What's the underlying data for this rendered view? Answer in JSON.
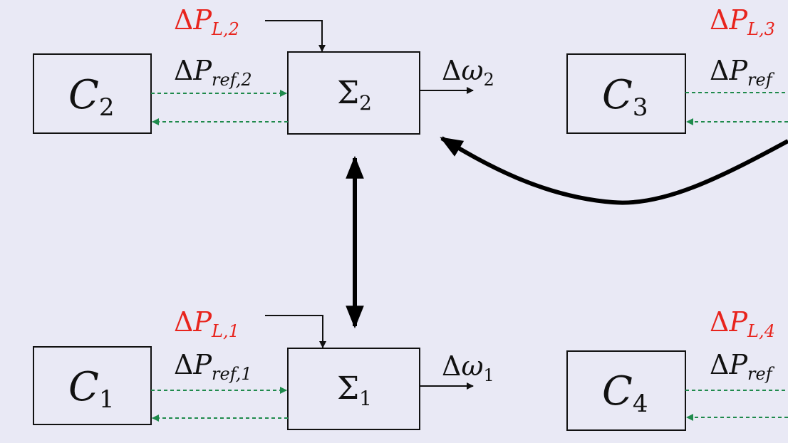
{
  "colors": {
    "background": "#e9e9f5",
    "disturbance_label": "#e8241d",
    "communication_link": "#1f8a4c",
    "lines": "#111111"
  },
  "controllers": {
    "c1": {
      "symbol": "C",
      "sub": "1"
    },
    "c2": {
      "symbol": "C",
      "sub": "2"
    },
    "c3": {
      "symbol": "C",
      "sub": "3"
    },
    "c4": {
      "symbol": "C",
      "sub": "4"
    }
  },
  "areas": {
    "s1": {
      "symbol": "Σ",
      "sub": "1"
    },
    "s2": {
      "symbol": "Σ",
      "sub": "2"
    }
  },
  "load_disturbances": {
    "l1": {
      "delta": "Δ",
      "var": "P",
      "sub": "L,1"
    },
    "l2": {
      "delta": "Δ",
      "var": "P",
      "sub": "L,2"
    },
    "l3": {
      "delta": "Δ",
      "var": "P",
      "sub": "L,3"
    },
    "l4": {
      "delta": "Δ",
      "var": "P",
      "sub": "L,4"
    }
  },
  "reference_signals": {
    "r1": {
      "delta": "Δ",
      "var": "P",
      "sub": "ref,1"
    },
    "r2": {
      "delta": "Δ",
      "var": "P",
      "sub": "ref,2"
    },
    "r3": {
      "delta": "Δ",
      "var": "P",
      "sub": "ref"
    },
    "r4": {
      "delta": "Δ",
      "var": "P",
      "sub": "ref"
    }
  },
  "frequency_outputs": {
    "w1": {
      "delta": "Δ",
      "var": "ω",
      "sub": "1"
    },
    "w2": {
      "delta": "Δ",
      "var": "ω",
      "sub": "2"
    }
  }
}
